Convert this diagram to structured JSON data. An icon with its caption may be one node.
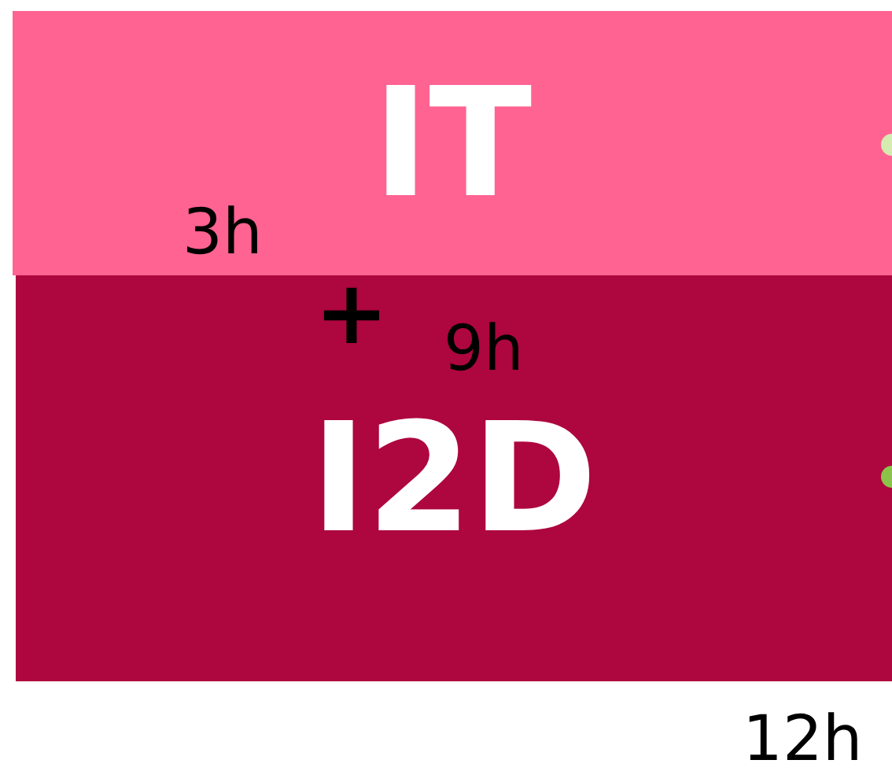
{
  "diagram": {
    "nodes": [
      {
        "text": [
          "IT"
        ]
      },
      {
        "text": [
          "I2D"
        ]
      }
    ],
    "labels": [
      "3h",
      "+",
      "9h",
      "12h"
    ]
  }
}
